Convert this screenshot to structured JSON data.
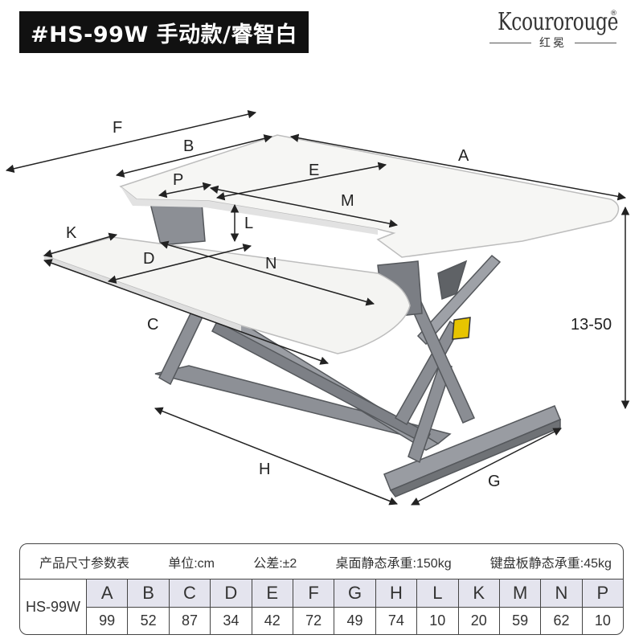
{
  "title": "#HS-99W  手动款/睿智白",
  "brand": {
    "name": "Kcourorouge",
    "registered": "®",
    "sub": "红冕"
  },
  "dimension_labels": {
    "F": "F",
    "B": "B",
    "A": "A",
    "P": "P",
    "E": "E",
    "M": "M",
    "L": "L",
    "K": "K",
    "D": "D",
    "N": "N",
    "C": "C",
    "H": "H",
    "G": "G",
    "height": "13-50"
  },
  "spec": {
    "header": {
      "name": "产品尺寸参数表",
      "unit": "单位:cm",
      "tolerance": "公差:±2",
      "desk_load": "桌面静态承重:150kg",
      "keyboard_load": "键盘板静态承重:45kg"
    },
    "model": "HS-99W",
    "columns": [
      {
        "letter": "A",
        "value": "99"
      },
      {
        "letter": "B",
        "value": "52"
      },
      {
        "letter": "C",
        "value": "87"
      },
      {
        "letter": "D",
        "value": "34"
      },
      {
        "letter": "E",
        "value": "42"
      },
      {
        "letter": "F",
        "value": "72"
      },
      {
        "letter": "G",
        "value": "49"
      },
      {
        "letter": "H",
        "value": "74"
      },
      {
        "letter": "L",
        "value": "10"
      },
      {
        "letter": "K",
        "value": "20"
      },
      {
        "letter": "M",
        "value": "59"
      },
      {
        "letter": "N",
        "value": "62"
      },
      {
        "letter": "P",
        "value": "10"
      }
    ]
  }
}
